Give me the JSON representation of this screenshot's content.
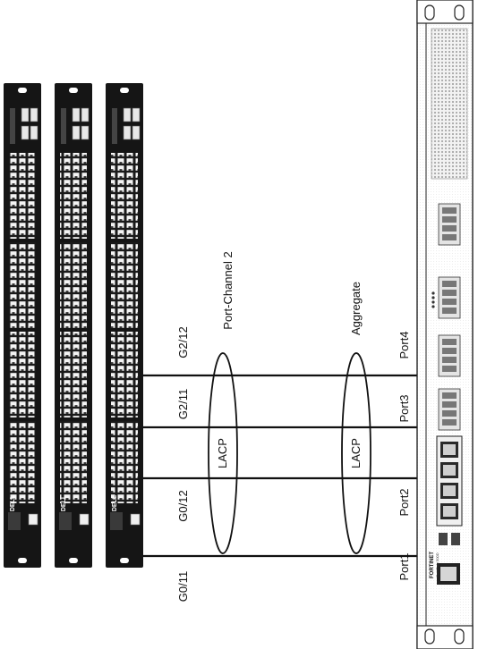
{
  "switches": [
    {
      "brand": "DELL"
    },
    {
      "brand": "DELL"
    },
    {
      "brand": "DELL"
    }
  ],
  "firewall": {
    "brand": "FORTINET",
    "model": "FortiGate 500D"
  },
  "switch_ports": [
    "G0/11",
    "G0/12",
    "G2/11",
    "G2/12"
  ],
  "firewall_ports": [
    "Port1",
    "Port2",
    "Port3",
    "Port4"
  ],
  "bundles": {
    "switch_side": {
      "label": "Port-Channel 2",
      "protocol": "LACP"
    },
    "firewall_side": {
      "label": "Aggregate",
      "protocol": "LACP"
    }
  }
}
